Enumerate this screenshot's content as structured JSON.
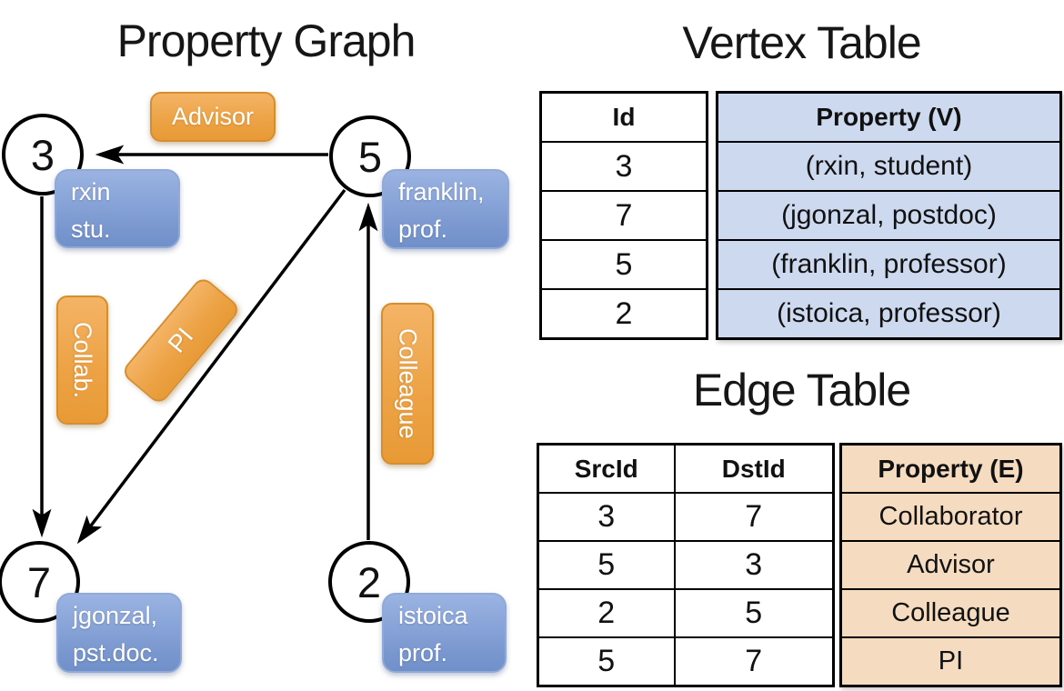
{
  "graph": {
    "title": "Property Graph",
    "nodes": [
      {
        "id": "3",
        "property_line1": "rxin",
        "property_line2": "stu."
      },
      {
        "id": "5",
        "property_line1": "franklin,",
        "property_line2": "prof."
      },
      {
        "id": "7",
        "property_line1": "jgonzal,",
        "property_line2": "pst.doc."
      },
      {
        "id": "2",
        "property_line1": "istoica",
        "property_line2": "prof."
      }
    ],
    "edge_labels": [
      {
        "label": "Advisor"
      },
      {
        "label": "Collab."
      },
      {
        "label": "PI"
      },
      {
        "label": "Colleague"
      }
    ]
  },
  "vertex_table": {
    "title": "Vertex Table",
    "headers": {
      "id": "Id",
      "property": "Property (V)"
    },
    "rows": [
      {
        "id": "3",
        "property": "(rxin, student)"
      },
      {
        "id": "7",
        "property": "(jgonzal, postdoc)"
      },
      {
        "id": "5",
        "property": "(franklin, professor)"
      },
      {
        "id": "2",
        "property": "(istoica, professor)"
      }
    ]
  },
  "edge_table": {
    "title": "Edge Table",
    "headers": {
      "src": "SrcId",
      "dst": "DstId",
      "property": "Property (E)"
    },
    "rows": [
      {
        "src": "3",
        "dst": "7",
        "property": "Collaborator"
      },
      {
        "src": "5",
        "dst": "3",
        "property": "Advisor"
      },
      {
        "src": "2",
        "dst": "5",
        "property": "Colleague"
      },
      {
        "src": "5",
        "dst": "7",
        "property": "PI"
      }
    ]
  },
  "colors": {
    "edge_label_fill": "#eda346",
    "vertex_label_fill": "#7c99d0",
    "vertex_property_cell": "#cdd9ee",
    "edge_property_cell": "#f5dcc1",
    "line": "#000000"
  }
}
